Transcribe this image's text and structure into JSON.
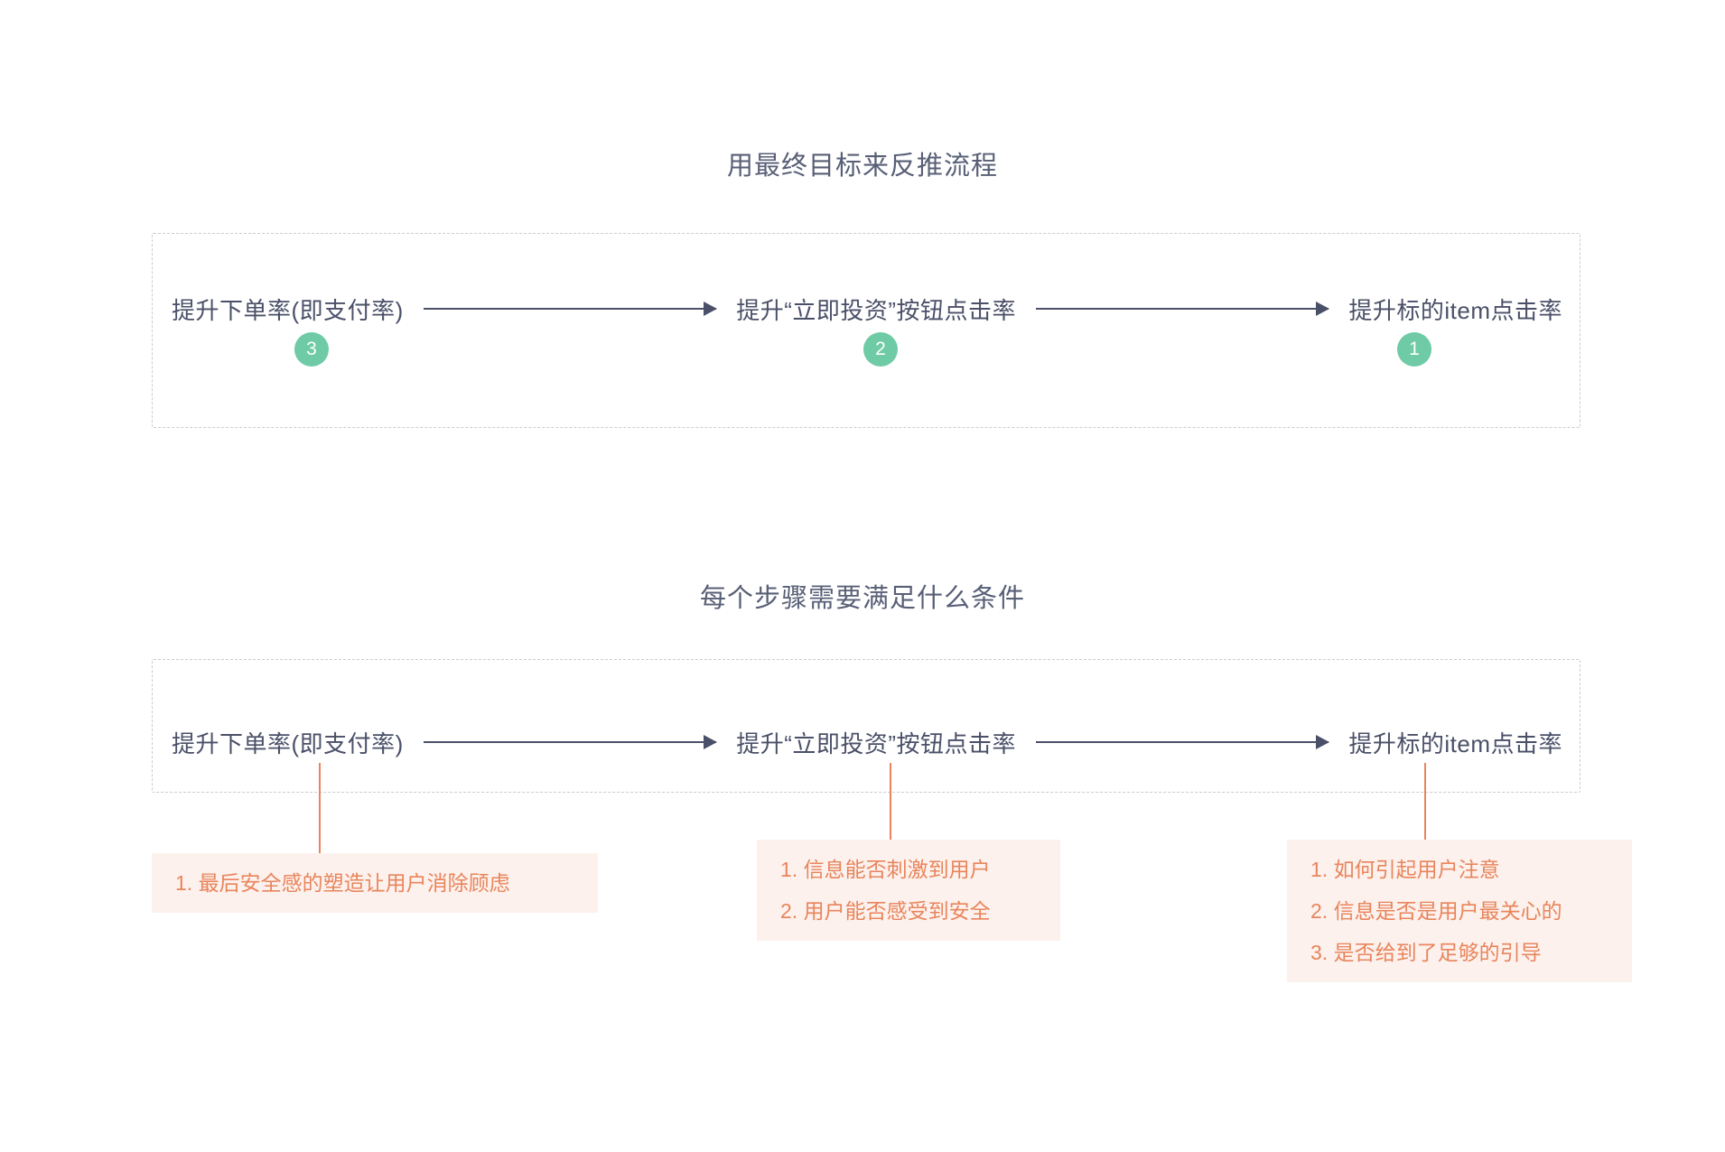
{
  "sections": [
    {
      "title": "用最终目标来反推流程",
      "nodes": [
        {
          "label": "提升下单率(即支付率)",
          "badge": "3"
        },
        {
          "label": "提升“立即投资”按钮点击率",
          "badge": "2"
        },
        {
          "label": "提升标的item点击率",
          "badge": "1"
        }
      ]
    },
    {
      "title": "每个步骤需要满足什么条件",
      "nodes": [
        {
          "label": "提升下单率(即支付率)"
        },
        {
          "label": "提升“立即投资”按钮点击率"
        },
        {
          "label": "提升标的item点击率"
        }
      ],
      "conditions": [
        {
          "lines": [
            "1. 最后安全感的塑造让用户消除顾虑"
          ]
        },
        {
          "lines": [
            "1. 信息能否刺激到用户",
            "2. 用户能否感受到安全"
          ]
        },
        {
          "lines": [
            "1. 如何引起用户注意",
            "2. 信息是否是用户最关心的",
            "3. 是否给到了足够的引导"
          ]
        }
      ]
    }
  ],
  "colors": {
    "badge_green": "#6ecba6",
    "condition_text": "#e8855c",
    "condition_background": "#fdf1ed",
    "arrow": "#4a5068",
    "dashed_border": "#c9ccd4",
    "title_text": "#585f76",
    "page_background": "#ffffff"
  },
  "icons": {
    "arrow_right": "arrow-right-icon",
    "stem": "vertical-connector-icon"
  }
}
